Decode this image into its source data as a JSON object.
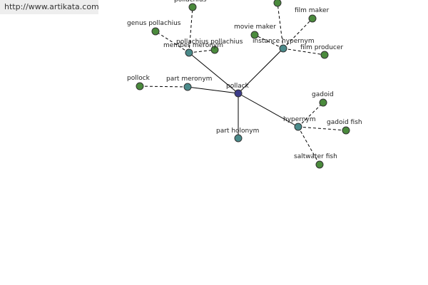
{
  "banner": {
    "url": "http://www.artikata.com"
  },
  "colors": {
    "center": "#3d3d8a",
    "relation": "#4a8a8a",
    "term": "#4a8a3c",
    "edge": "#000000"
  },
  "graph": {
    "center": "pollack",
    "relations": [
      {
        "label": "member meronym",
        "terms": [
          "pollachius",
          "genus pollachius",
          "pollachius pollachius"
        ]
      },
      {
        "label": "instance hypernym",
        "terms": [
          "",
          "film maker",
          "movie maker",
          "film producer"
        ]
      },
      {
        "label": "part meronym",
        "terms": [
          "pollock"
        ]
      },
      {
        "label": "part holonym",
        "terms": []
      },
      {
        "label": "hypernym",
        "terms": [
          "gadoid",
          "gadoid fish",
          "saltwater fish"
        ]
      }
    ]
  }
}
